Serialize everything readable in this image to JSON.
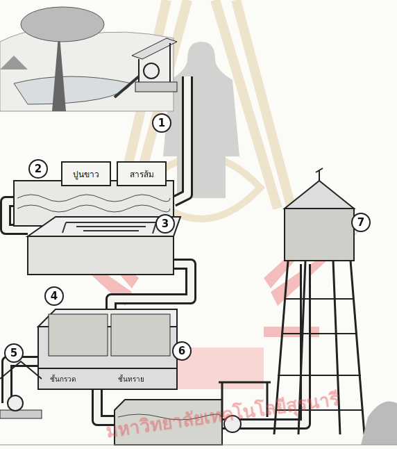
{
  "diagram": {
    "nodes": [
      {
        "text": [
          "ปูนขาว"
        ]
      },
      {
        "text": [
          "สารส้ม"
        ]
      }
    ],
    "labels": [
      "1",
      "2",
      "3",
      "4",
      "5",
      "6",
      "7",
      "ชั้นกรวด",
      "ชั้นทราย",
      "มหาวิทยาลัยเทคโนโลยีสุรนารี"
    ]
  }
}
